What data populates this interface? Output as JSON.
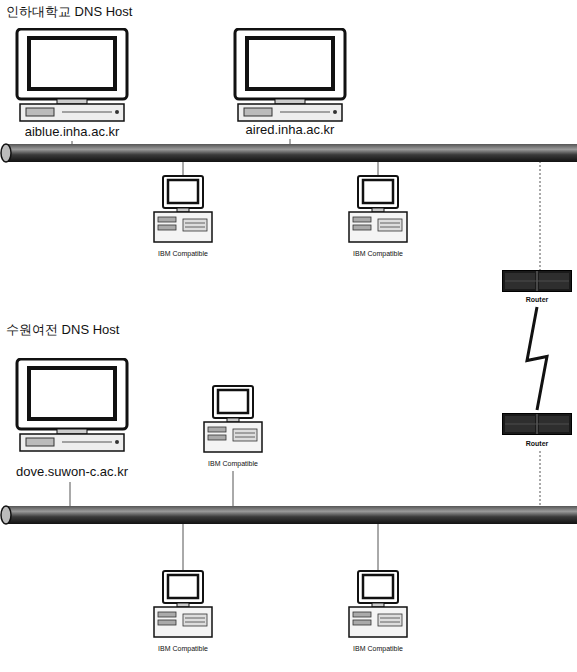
{
  "diagram": {
    "nodes": [
      {
        "text": [
          "aiblue.inha.ac.kr"
        ]
      },
      {
        "text": [
          "aired.inha.ac.kr"
        ]
      },
      {
        "text": [
          "IBM Compatible"
        ]
      },
      {
        "text": [
          "IBM Compatible"
        ]
      },
      {
        "text": [
          "Router"
        ]
      },
      {
        "text": [
          "dove.suwon-c.ac.kr"
        ]
      },
      {
        "text": [
          "IBM Compatible"
        ]
      },
      {
        "text": [
          "Router"
        ]
      },
      {
        "text": [
          "IBM Compatible"
        ]
      },
      {
        "text": [
          "IBM Compatible"
        ]
      }
    ],
    "edges": [
      {
        "from": 4,
        "to": 7,
        "arrow": "none"
      }
    ],
    "labels": [
      "인하대학교 DNS Host",
      "수원여전 DNS Host"
    ]
  }
}
